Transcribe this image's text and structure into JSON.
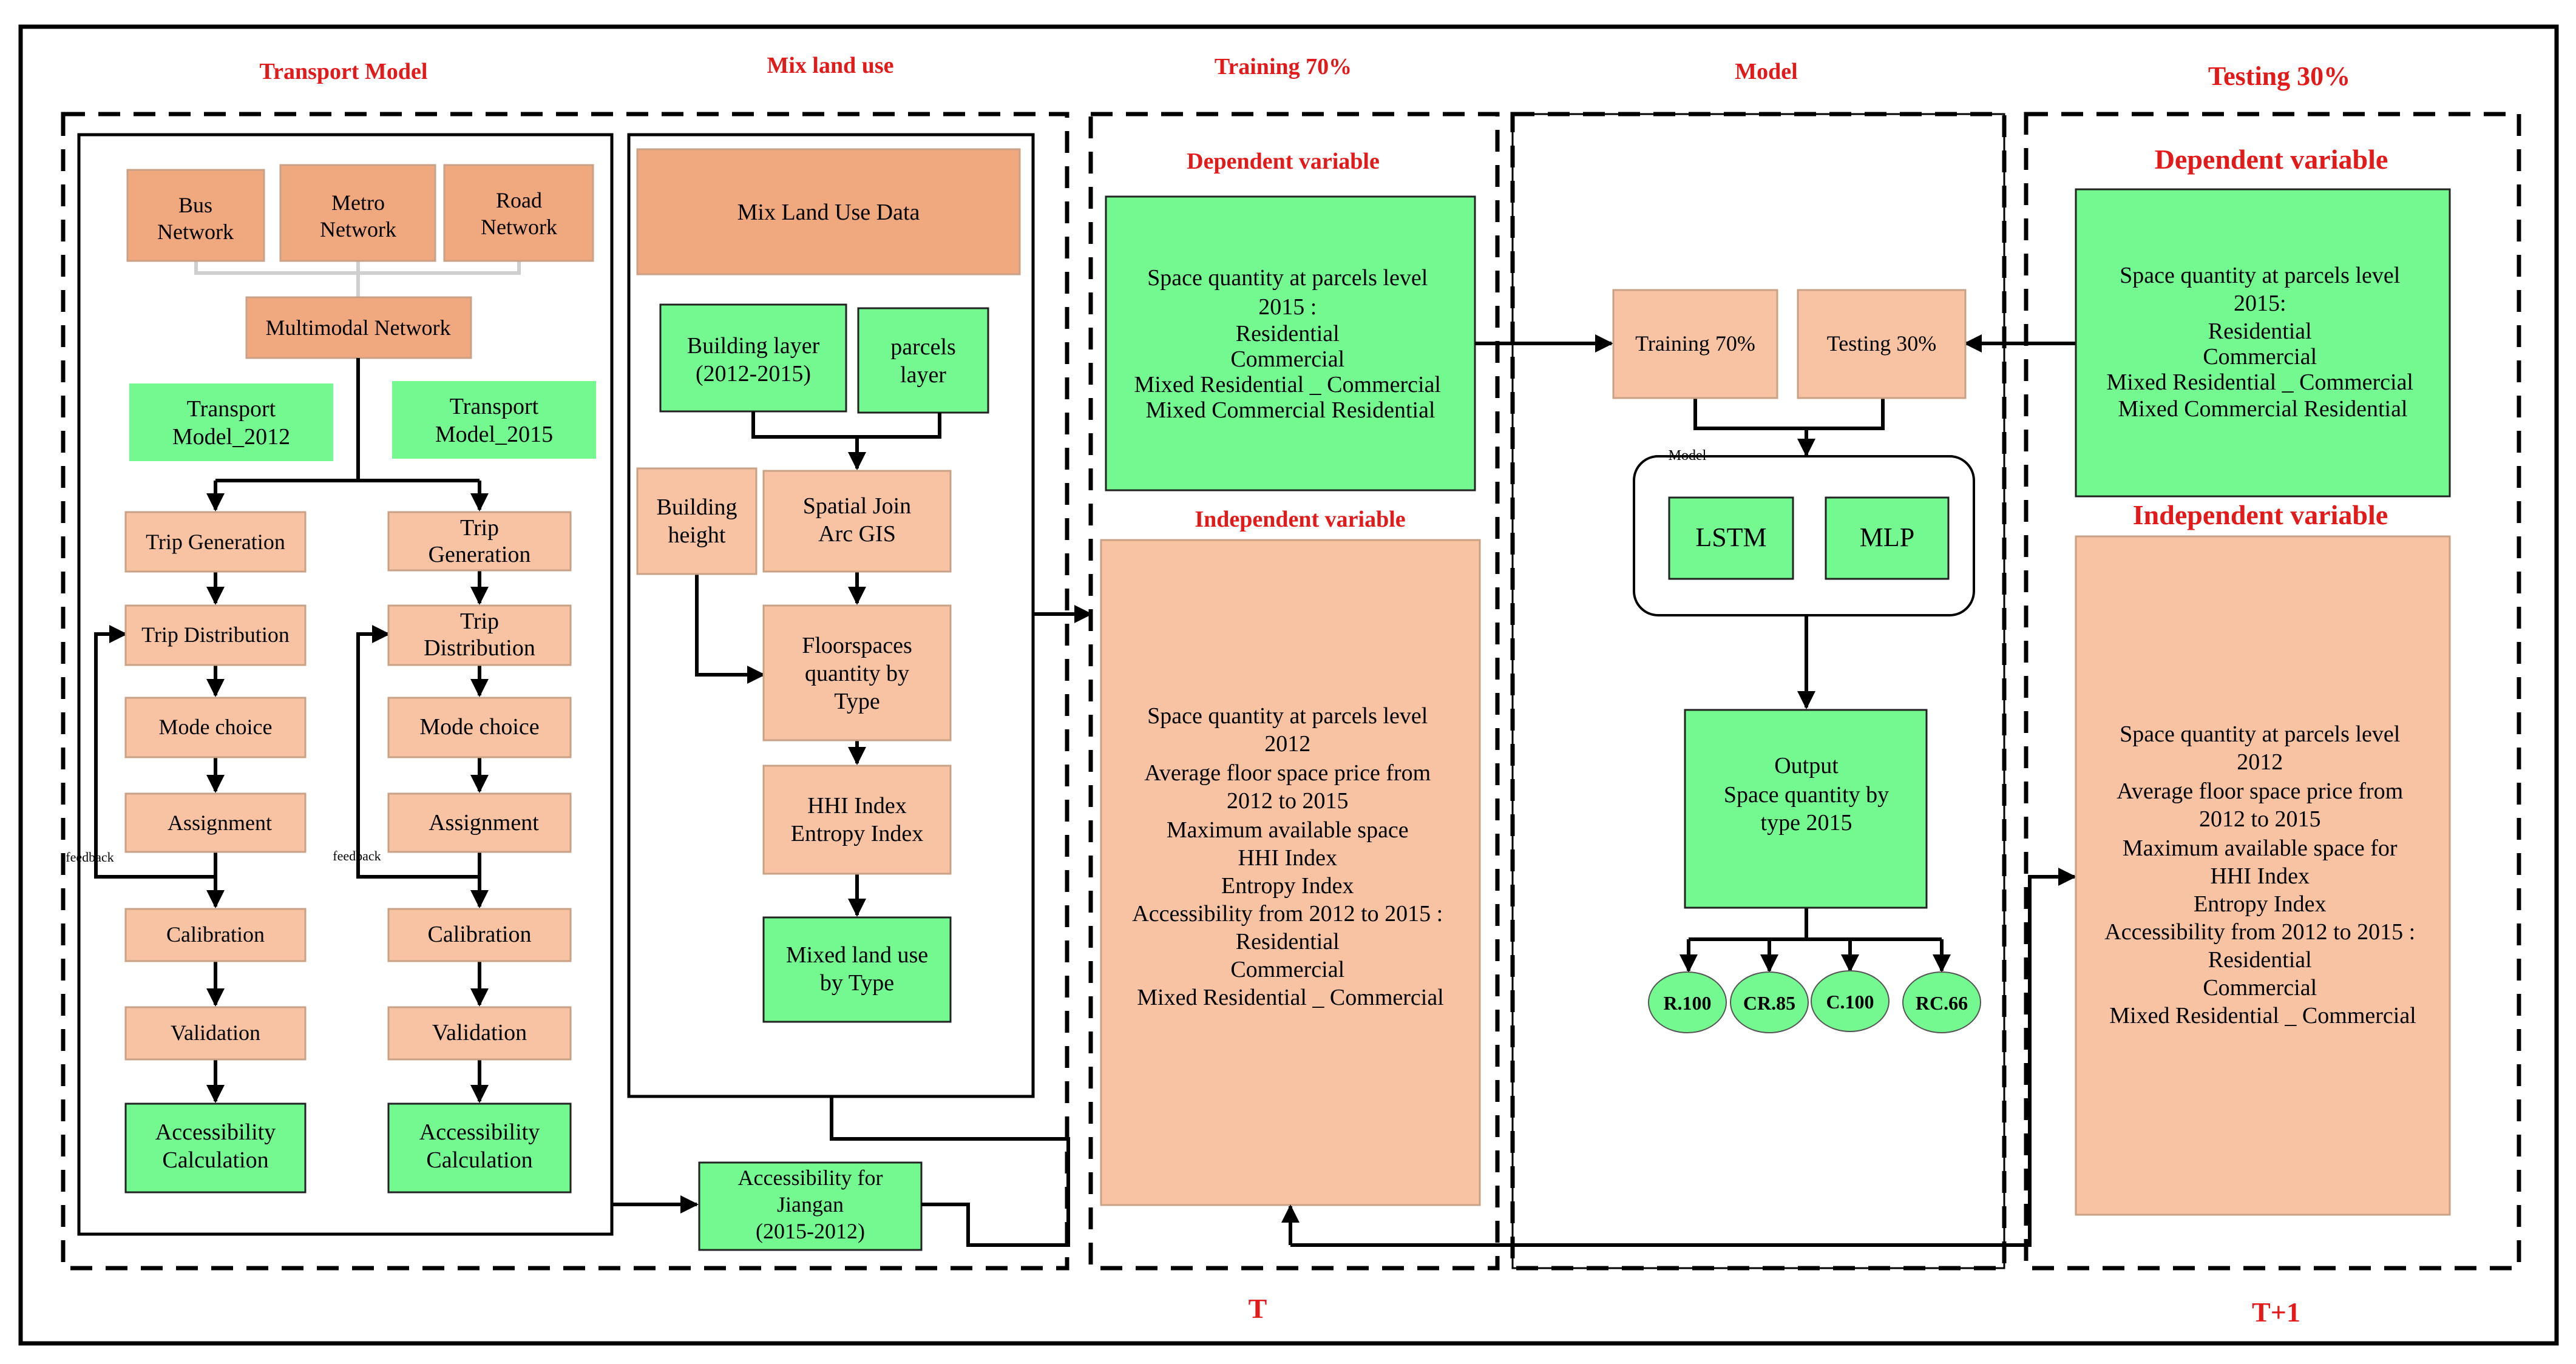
{
  "colors": {
    "orange": "#f7c3a3",
    "orange_dark": "#f0a87e",
    "green": "#73f98f",
    "heading_red": "#e21a1a"
  },
  "headings": {
    "transport_model": "Transport Model",
    "mix_land_use": "Mix land use",
    "training": "Training 70%",
    "model": "Model",
    "testing": "Testing 30%",
    "t": "T",
    "t_plus_1": "T+1"
  },
  "transport": {
    "bus": [
      "Bus",
      "Network"
    ],
    "metro": [
      "Metro",
      "Network"
    ],
    "road": [
      "Road",
      "Network"
    ],
    "multimodal": "Multimodal Network",
    "tm2012": [
      "Transport",
      "Model_2012"
    ],
    "tm2015": [
      "Transport",
      "Model_2015"
    ],
    "left_steps": {
      "trip_generation": "Trip Generation",
      "trip_distribution": "Trip Distribution",
      "mode_choice": "Mode choice",
      "assignment": "Assignment",
      "calibration": "Calibration",
      "validation": "Validation",
      "accessibility": [
        "Accessibility",
        "Calculation"
      ]
    },
    "right_steps": {
      "trip_generation": [
        "Trip",
        "Generation"
      ],
      "trip_distribution": [
        "Trip",
        "Distribution"
      ],
      "mode_choice": "Mode choice",
      "assignment": "Assignment",
      "calibration": "Calibration",
      "validation": "Validation",
      "accessibility": [
        "Accessibility",
        "Calculation"
      ]
    },
    "feedback": "feedback",
    "jiangan": [
      "Accessibility for",
      "Jiangan",
      "(2015-2012)"
    ]
  },
  "landuse": {
    "data": "Mix Land Use Data",
    "building_layer": [
      "Building layer",
      "(2012-2015)"
    ],
    "parcels_layer": [
      "parcels",
      "layer"
    ],
    "building_height": [
      "Building",
      "height"
    ],
    "spatial_join": [
      "Spatial Join",
      "Arc GIS"
    ],
    "floorspaces": [
      "Floorspaces",
      "quantity by",
      "Type"
    ],
    "hhi": [
      "HHI Index",
      "Entropy Index"
    ],
    "mixed": [
      "Mixed land use",
      "by Type"
    ]
  },
  "training_panel": {
    "dependent_heading": "Dependent variable",
    "dependent_lines": [
      "Space quantity at parcels level",
      "2015 :",
      "Residential",
      "Commercial",
      "Mixed  Residential _ Commercial",
      "Mixed Commercial Residential"
    ],
    "independent_heading": "Independent variable",
    "independent_lines": [
      "Space quantity at parcels level",
      "2012",
      "Average floor space price from",
      "2012 to 2015",
      "Maximum available space",
      "HHI Index",
      "Entropy Index",
      "Accessibility from 2012 to 2015 :",
      "Residential",
      "Commercial",
      "Mixed Residential _ Commercial"
    ]
  },
  "model_panel": {
    "training_box": "Training 70%",
    "testing_box": "Testing 30%",
    "model_label": "Model",
    "lstm": "LSTM",
    "mlp": "MLP",
    "output": [
      "Output",
      "Space quantity by",
      "type 2015"
    ],
    "outputs": [
      "R.100",
      "CR.85",
      "C.100",
      "RC.66"
    ]
  },
  "testing_panel": {
    "dependent_heading": "Dependent variable",
    "dependent_lines": [
      "Space quantity at  parcels level",
      "2015:",
      "Residential",
      "Commercial",
      "Mixed  Residential _ Commercial",
      "Mixed Commercial Residential"
    ],
    "independent_heading": "Independent variable",
    "independent_lines": [
      "Space quantity at parcels level",
      "2012",
      "Average floor space price from",
      "2012 to 2015",
      "Maximum available space for",
      "HHI Index",
      "Entropy Index",
      "Accessibility from 2012 to 2015 :",
      "Residential",
      "Commercial",
      "Mixed Residential _ Commercial"
    ]
  }
}
